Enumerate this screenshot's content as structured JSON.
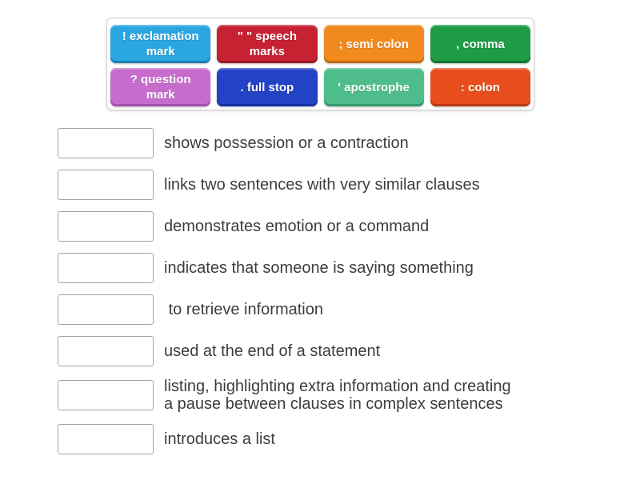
{
  "page": {
    "background_color": "#ffffff",
    "text_color": "#3d3d3d"
  },
  "tile_bank": {
    "tiles": [
      {
        "id": "exclamation-mark",
        "label": "! exclamation mark",
        "color": "#2aa6e0",
        "color_dark": "#1d7fb5"
      },
      {
        "id": "speech-marks",
        "label": "\" \" speech marks",
        "color": "#c62232",
        "color_dark": "#9c1624"
      },
      {
        "id": "semi-colon",
        "label": "; semi colon",
        "color": "#f18a1e",
        "color_dark": "#c3690e"
      },
      {
        "id": "comma",
        "label": ", comma",
        "color": "#1e9b45",
        "color_dark": "#147536"
      },
      {
        "id": "question-mark",
        "label": "? question mark",
        "color": "#c76ccd",
        "color_dark": "#a650ac"
      },
      {
        "id": "full-stop",
        "label": ". full stop",
        "color": "#2342c5",
        "color_dark": "#1731a2"
      },
      {
        "id": "apostrophe",
        "label": "' apostrophe",
        "color": "#4ebd8b",
        "color_dark": "#389a6d"
      },
      {
        "id": "colon",
        "label": ": colon",
        "color": "#e84e1d",
        "color_dark": "#b93a10"
      }
    ]
  },
  "match_list": {
    "rows": [
      {
        "clue": "shows possession or a contraction"
      },
      {
        "clue": "links two sentences with very similar clauses"
      },
      {
        "clue": "demonstrates emotion or a command"
      },
      {
        "clue": "indicates that someone is saying something"
      },
      {
        "clue": " to retrieve information"
      },
      {
        "clue": "used at the end of a statement"
      },
      {
        "clue": "listing, highlighting extra information and creating\na pause between clauses in complex sentences"
      },
      {
        "clue": "introduces a list"
      }
    ]
  }
}
